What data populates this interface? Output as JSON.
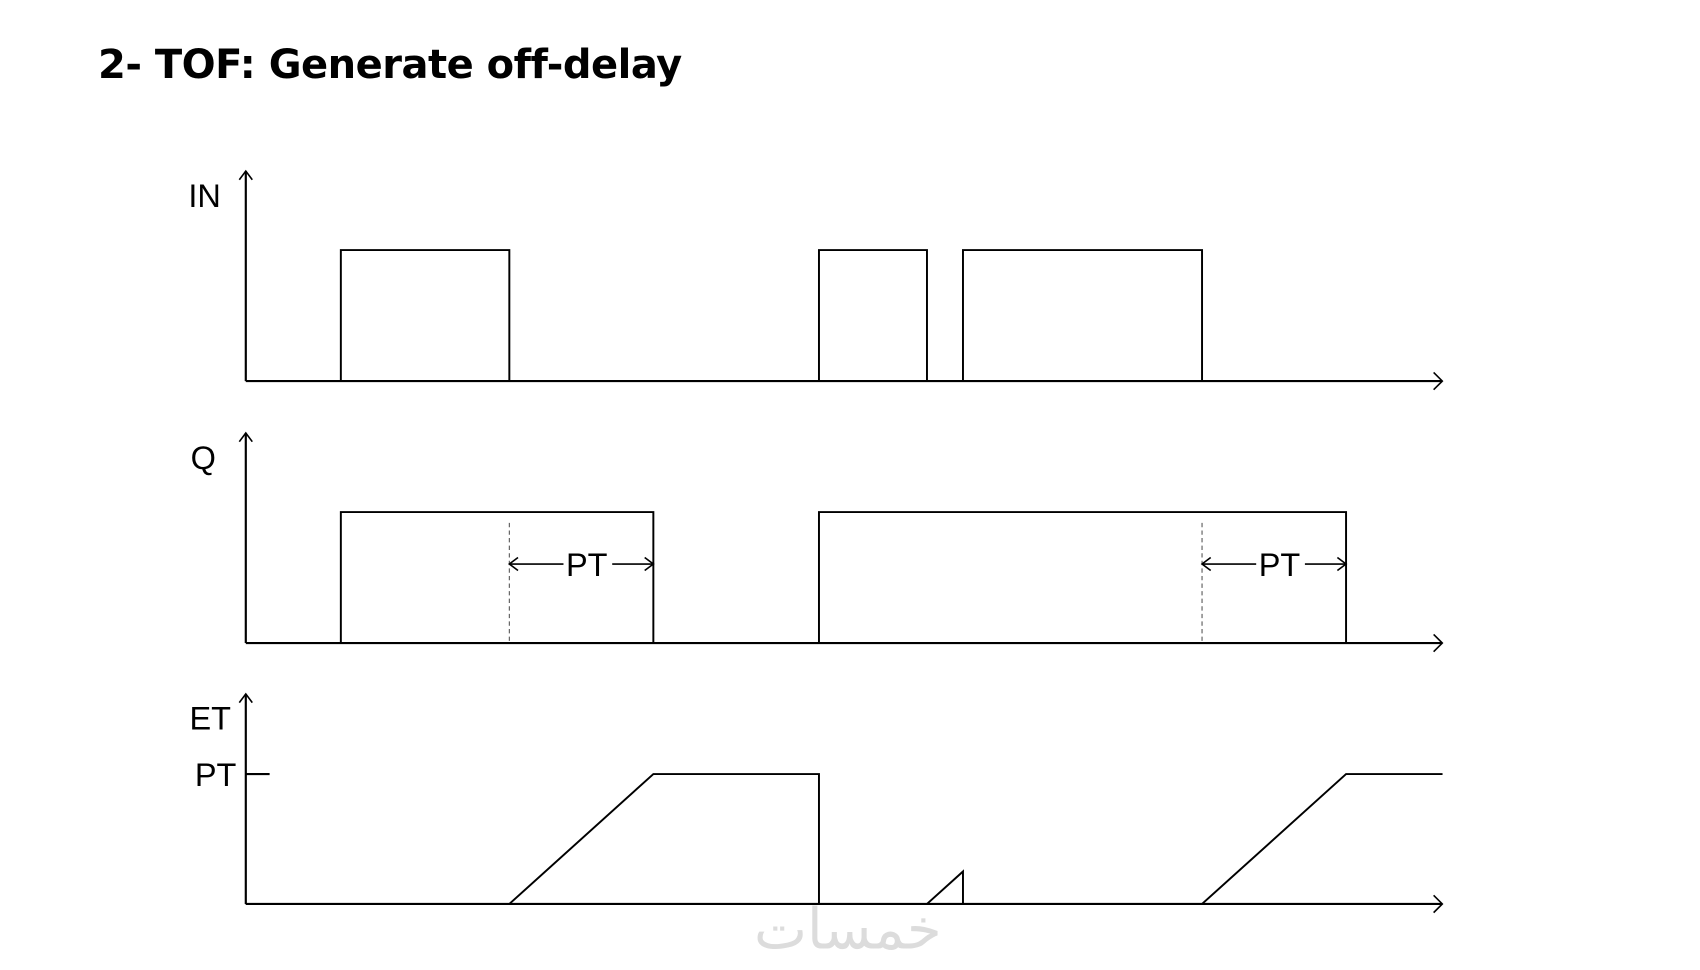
{
  "title": "2- TOF: Generate off-delay",
  "watermark": "خمسات",
  "chart_data": {
    "type": "line",
    "title": "2- TOF: Generate off-delay",
    "time_unit": "PT",
    "x_range": [
      0,
      8.31
    ],
    "signals": [
      {
        "name": "IN",
        "kind": "digital",
        "pulses": [
          [
            0.66,
            1.83
          ],
          [
            3.98,
            4.73
          ],
          [
            4.98,
            6.64
          ]
        ]
      },
      {
        "name": "Q",
        "kind": "digital",
        "pulses": [
          [
            0.66,
            2.83
          ],
          [
            3.98,
            7.64
          ]
        ],
        "annotations": [
          {
            "label": "PT",
            "from": 1.83,
            "to": 2.83
          },
          {
            "label": "PT",
            "from": 6.64,
            "to": 7.64
          }
        ]
      },
      {
        "name": "ET",
        "kind": "analog",
        "tick_label": "PT",
        "tick_value": 1,
        "points": [
          [
            0,
            0
          ],
          [
            1.83,
            0
          ],
          [
            2.83,
            1
          ],
          [
            3.98,
            1
          ],
          [
            3.98,
            0
          ],
          [
            4.73,
            0
          ],
          [
            4.98,
            0.25
          ],
          [
            4.98,
            0
          ],
          [
            6.64,
            0
          ],
          [
            7.64,
            1
          ],
          [
            8.31,
            1
          ]
        ]
      }
    ]
  }
}
